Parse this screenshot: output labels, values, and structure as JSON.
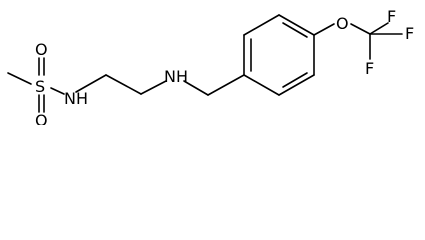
{
  "molecule": {
    "atoms": {
      "s": "S",
      "o_top": "O",
      "o_bottom": "O",
      "nh_sulfonamide": "NH",
      "nh_amine": "NH",
      "o_ether": "O",
      "f_top": "F",
      "f_right": "F",
      "f_bottom": "F"
    },
    "colors": {
      "bond": "#000000",
      "label": "#000000",
      "background": "#ffffff"
    }
  }
}
